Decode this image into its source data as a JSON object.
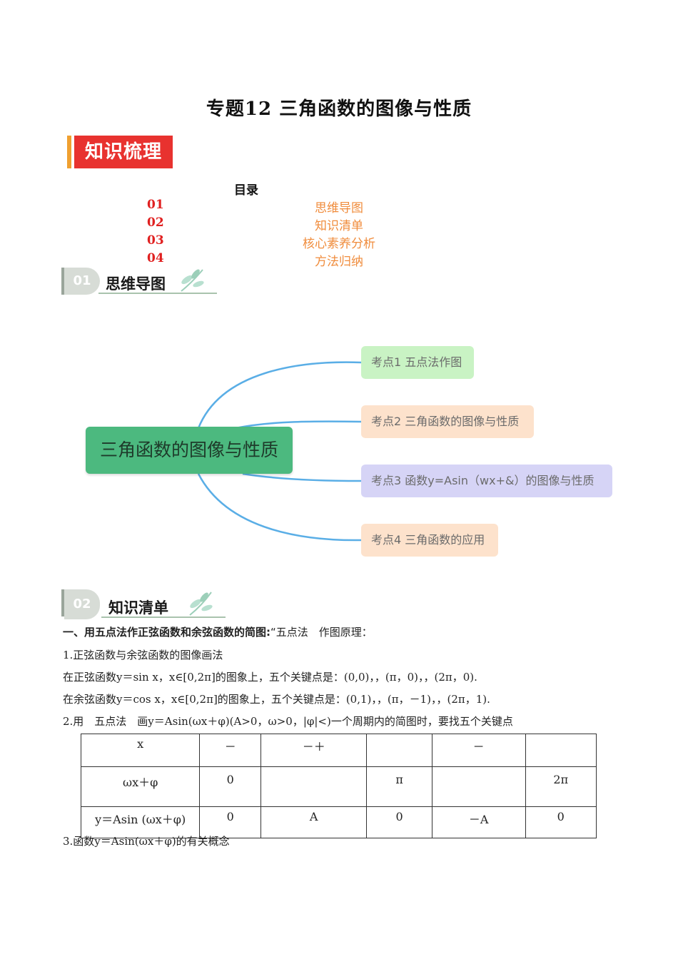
{
  "title": "专题12 三角函数的图像与性质",
  "banner": "知识梳理",
  "toc": {
    "heading": "目录",
    "items": [
      {
        "num": "01",
        "label": "思维导图"
      },
      {
        "num": "02",
        "label": "知识清单"
      },
      {
        "num": "03",
        "label": "核心素养分析"
      },
      {
        "num": "04",
        "label": "方法归纳"
      }
    ]
  },
  "section1": {
    "num": "01",
    "title": "思维导图"
  },
  "mindmap": {
    "root": "三角函数的图像与性质",
    "nodes": [
      {
        "label": "考点1 五点法作图",
        "color": "#c9f3c4"
      },
      {
        "label": "考点2 三角函数的图像与性质",
        "color": "#fde2cc"
      },
      {
        "label": "考点3  函数y=Asin（wx+&）的图像与性质",
        "color": "#d6d4f6"
      },
      {
        "label": "考点4 三角函数的应用",
        "color": "#fde2cc"
      }
    ]
  },
  "section2": {
    "num": "02",
    "title": "知识清单"
  },
  "content": {
    "heading1_bold": "一、用五点法作正弦函数和余弦函数的简图:",
    "heading1_rest": "“五点法　作图原理：",
    "p1": "1.正弦函数与余弦函数的图像画法",
    "p2": "在正弦函数y＝sin x，x∈[0,2π]的图象上，五个关键点是：(0,0)，，(π，0)，，(2π，0).",
    "p3": "在余弦函数y＝cos x，x∈[0,2π]的图象上，五个关键点是：(0,1)，，(π，－1)，，(2π，1).",
    "p4": "2.用　五点法　画y＝Asin(ωx＋φ)(A>0，ω>0，|φ|<)一个周期内的简图时，要找五个关键点",
    "p5": "3.函数y＝Asin(ωx＋φ)的有关概念"
  },
  "table": {
    "rows": [
      [
        "x",
        "－",
        "－＋",
        "",
        "－",
        ""
      ],
      [
        "ωx＋φ",
        "0",
        "",
        "π",
        "",
        "2π"
      ],
      [
        "y＝Asin (ωx＋φ)",
        "0",
        "A",
        "0",
        "－A",
        "0"
      ]
    ]
  }
}
